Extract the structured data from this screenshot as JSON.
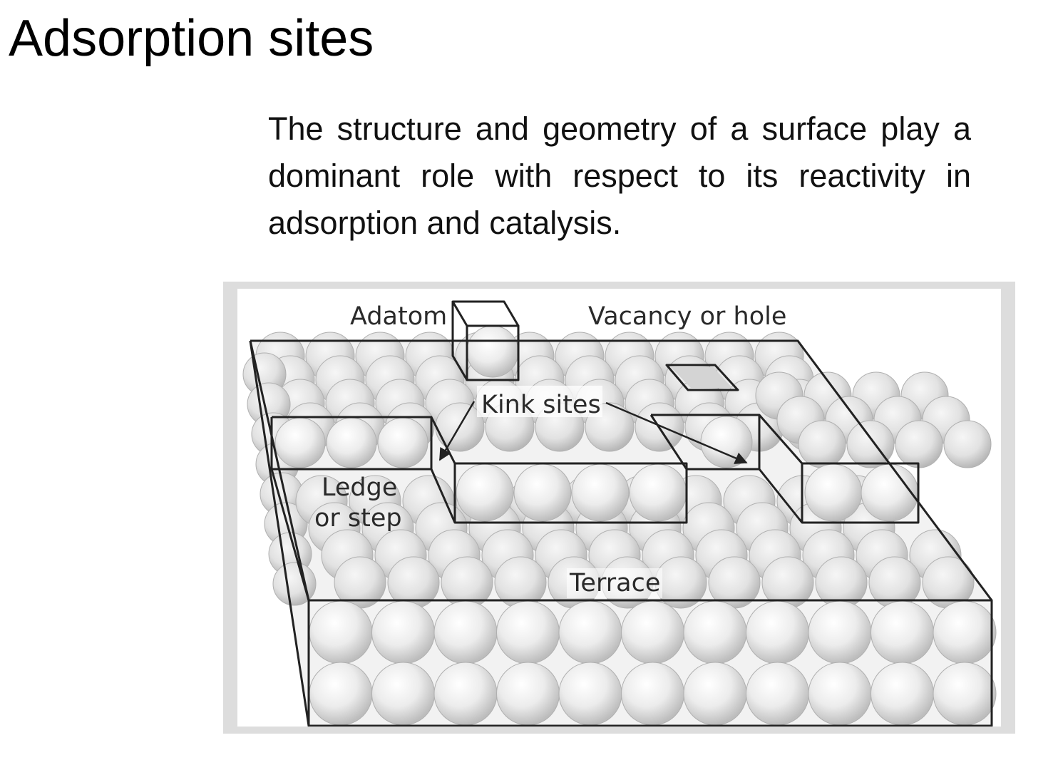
{
  "slide": {
    "title": "Adsorption sites",
    "body": "The structure and geometry of a surface play a dominant role with respect to its reactivity in adsorption and catalysis."
  },
  "diagram": {
    "labels": {
      "adatom": "Adatom",
      "vacancy": "Vacancy or hole",
      "kink": "Kink sites",
      "ledge_line1": "Ledge",
      "ledge_line2": "or step",
      "terrace": "Terrace"
    },
    "colors": {
      "sphere_light": "#ffffff",
      "sphere_dark": "#c4c4c4",
      "outline": "#222222",
      "frame": "#dddddd"
    }
  }
}
